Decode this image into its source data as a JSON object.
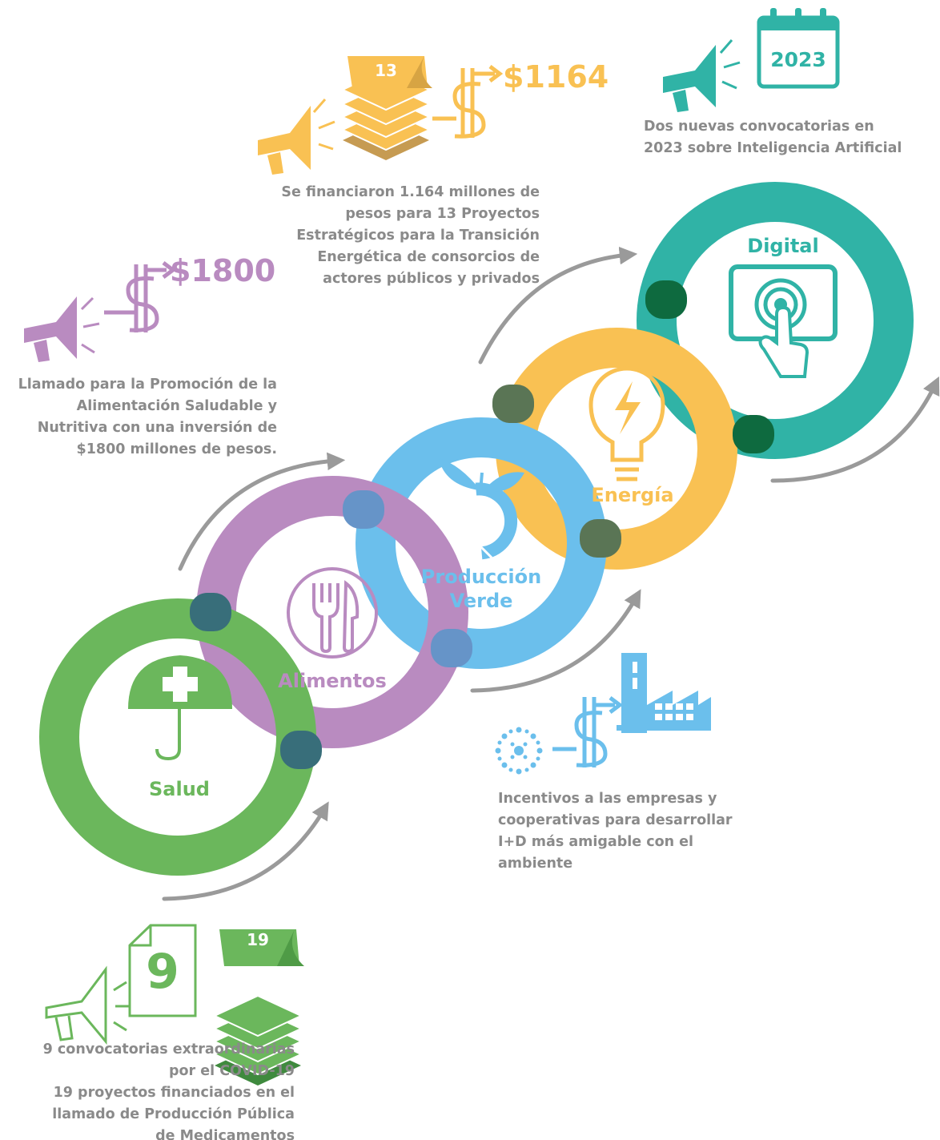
{
  "colors": {
    "salud": "#6bb75c",
    "alimentos": "#b98bc0",
    "produccion_verde": "#6bbfec",
    "energia": "#f9c153",
    "digital": "#30b3a6",
    "text": "#8a8a8a",
    "arrow": "#9a9a9a"
  },
  "areas": {
    "salud": "Salud",
    "alimentos": "Alimentos",
    "produccion_verde": "Producción\nVerde",
    "energia": "Energía",
    "digital": "Digital"
  },
  "icons": {
    "salud": "umbrella-cross-icon",
    "alimentos": "fork-knife-icon",
    "produccion_verde": "sprout-fruit-icon",
    "energia": "lightbulb-bolt-icon",
    "digital": "touch-screen-icon",
    "announce": "megaphone-icon",
    "money": "dollar-arrow-icon",
    "projects": "stacked-layers-icon",
    "calendar": "calendar-icon",
    "document": "document-icon",
    "factory": "factory-icon",
    "atom": "atom-icon"
  },
  "milestones": {
    "salud": {
      "doc_number": "9",
      "stack_number": "19",
      "text": "9 convocatorias extraordinarias\npor el COVID-19\n19 proyectos financiados en el\nllamado de Producción Pública\nde Medicamentos"
    },
    "alimentos": {
      "amount": "$1800",
      "text": "Llamado para la Promoción de la\nAlimentación Saludable y\nNutritiva con una inversión de\n$1800 millones de pesos."
    },
    "energia": {
      "stack_number": "13",
      "amount": "$1164",
      "text": "Se financiaron 1.164 millones de\npesos para 13 Proyectos\nEstratégicos para la Transición\nEnergética de consorcios de\nactores públicos y privados"
    },
    "digital": {
      "year": "2023",
      "text": "Dos nuevas convocatorias en\n2023 sobre Inteligencia Artificial"
    },
    "produccion_verde": {
      "text": "Incentivos a las empresas y\ncooperativas para desarrollar\nI+D más amigable con el\nambiente"
    }
  }
}
